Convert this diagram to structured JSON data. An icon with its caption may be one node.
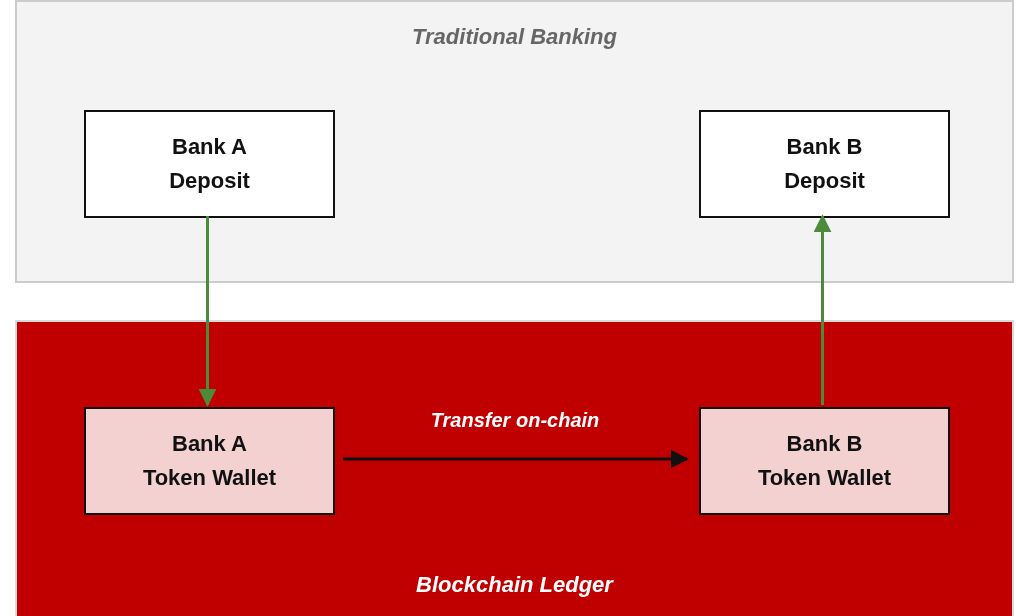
{
  "diagram": {
    "nodes": [
      {
        "text": [
          "Traditional Banking"
        ]
      },
      {
        "text": [
          "Bank A Deposit"
        ],
        "in": 0
      },
      {
        "text": [
          "Bank B Deposit"
        ],
        "in": 0
      },
      {
        "text": [
          "Blockchain Ledger"
        ]
      },
      {
        "text": [
          "Bank A Token Wallet"
        ],
        "in": 3
      },
      {
        "text": [
          "Bank B Token Wallet"
        ],
        "in": 3
      }
    ],
    "edges": [
      {
        "from": 1,
        "to": 4,
        "arrow": "to"
      },
      {
        "from": 4,
        "to": 5,
        "arrow": "to",
        "label": "Transfer on-chain",
        "color": "#111111"
      },
      {
        "from": 5,
        "to": 2,
        "arrow": "to"
      }
    ]
  }
}
